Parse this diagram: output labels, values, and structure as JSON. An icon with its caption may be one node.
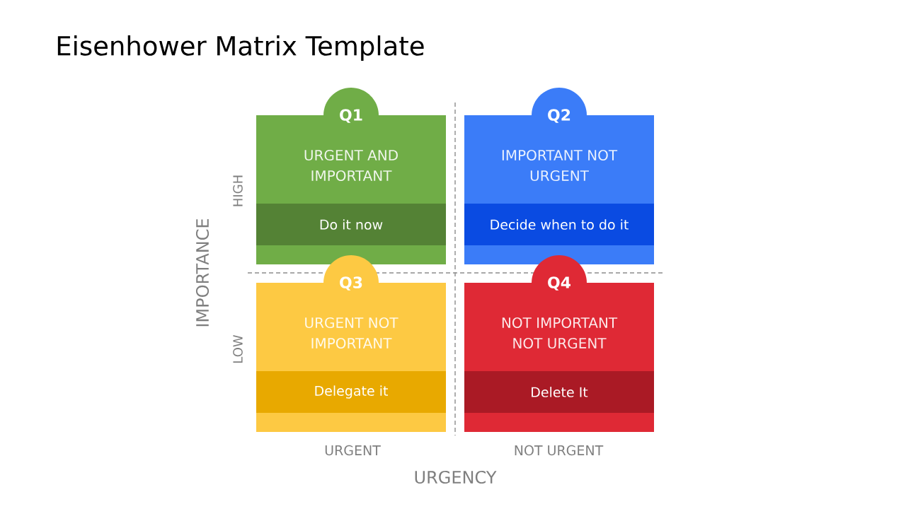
{
  "diagram": {
    "title": "Eisenhower Matrix Template",
    "nodes": [
      {
        "text": [
          "Q1",
          "URGENT AND IMPORTANT"
        ]
      },
      {
        "text": [
          "Do it now"
        ],
        "in": 0
      },
      {
        "text": [
          "Q2",
          "IMPORTANT NOT URGENT"
        ]
      },
      {
        "text": [
          "Decide when to do it"
        ],
        "in": 2
      },
      {
        "text": [
          "Q3",
          "URGENT NOT IMPORTANT"
        ]
      },
      {
        "text": [
          "Delegate it"
        ],
        "in": 4
      },
      {
        "text": [
          "Q4",
          "NOT IMPORTANT NOT URGENT"
        ]
      },
      {
        "text": [
          "Delete It"
        ],
        "in": 6
      }
    ],
    "labels": [
      "HIGH",
      "IMPORTANCE",
      "LOW",
      "URGENT",
      "NOT URGENT",
      "URGENCY"
    ]
  }
}
